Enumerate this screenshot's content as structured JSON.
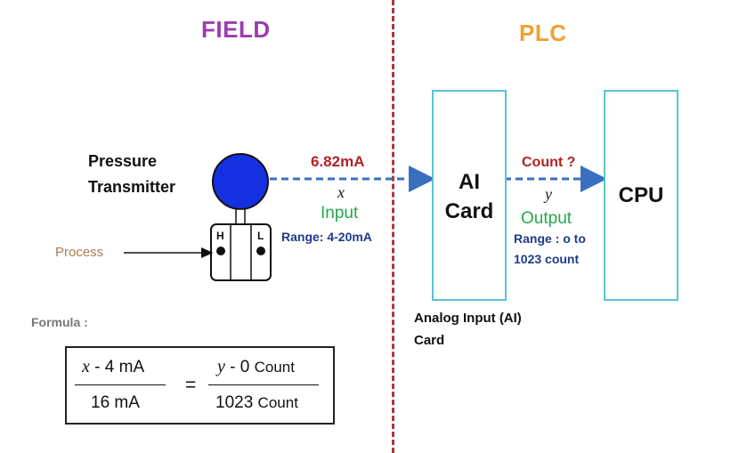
{
  "sections": {
    "field": "FIELD",
    "plc": "PLC"
  },
  "transmitter": {
    "label_line1": "Pressure",
    "label_line2": "Transmitter",
    "port_high": "H",
    "port_low": "L"
  },
  "process_label": "Process",
  "input_signal": {
    "value": "6.82mA",
    "variable": "x",
    "name": "Input",
    "range": "Range: 4-20mA"
  },
  "ai_card": {
    "line1": "AI",
    "line2": "Card",
    "caption_line1": "Analog Input (AI)",
    "caption_line2": "Card"
  },
  "output_signal": {
    "value": "Count ?",
    "variable": "y",
    "name": "Output",
    "range_line1": "Range : o to",
    "range_line2": "1023 count"
  },
  "cpu": {
    "label": "CPU"
  },
  "formula": {
    "label": "Formula :",
    "left_num_var": "x",
    "left_num_rest": " - 4 mA",
    "left_den": "16 mA",
    "equals": "=",
    "right_num_var": "y",
    "right_num_rest": " - 0 ",
    "right_num_unit": "Count",
    "right_den": "1023 ",
    "right_den_unit": "Count"
  },
  "colors": {
    "field_title": "#9b3bb0",
    "plc_title": "#f0a030",
    "divider": "#a83a3a",
    "arrow": "#3a6fbf",
    "transmitter_head": "#1530e0",
    "box_border": "#5bc3d3",
    "signal_value": "#b22222",
    "signal_name": "#22a84a",
    "range_text": "#1f3a8a",
    "process_text": "#b07a55"
  }
}
